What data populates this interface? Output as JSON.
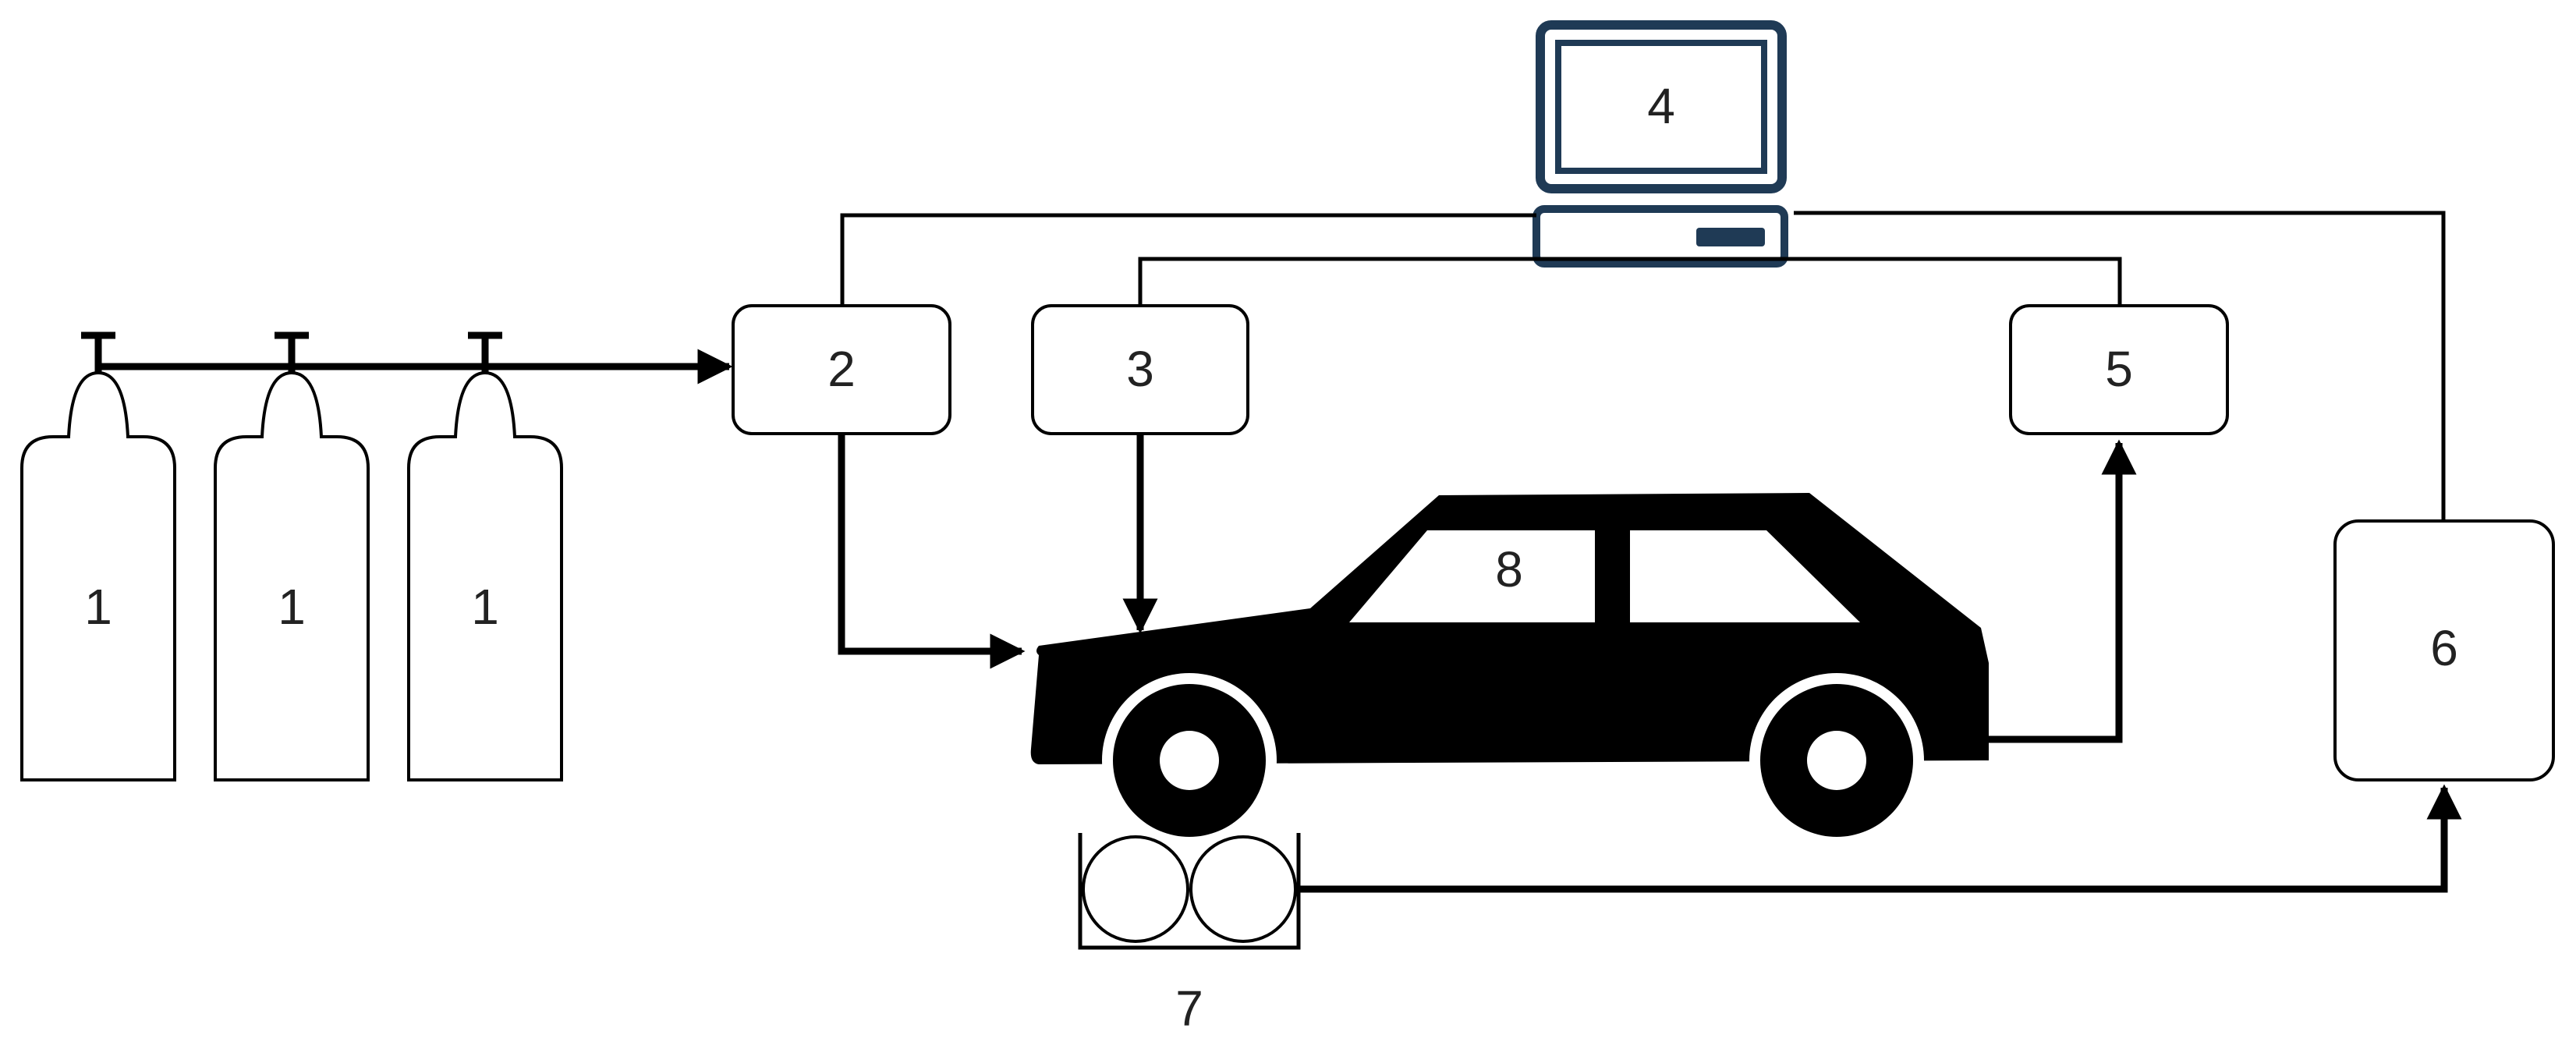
{
  "labels": {
    "cylinder_1": "1",
    "cylinder_2": "1",
    "cylinder_3": "1",
    "box_2": "2",
    "box_3": "3",
    "computer_4": "4",
    "box_5": "5",
    "box_6": "6",
    "rollers_7": "7",
    "car_8": "8"
  },
  "colors": {
    "computer": "#1f3a55",
    "ink": "#000000",
    "gray_line": "#555555"
  }
}
